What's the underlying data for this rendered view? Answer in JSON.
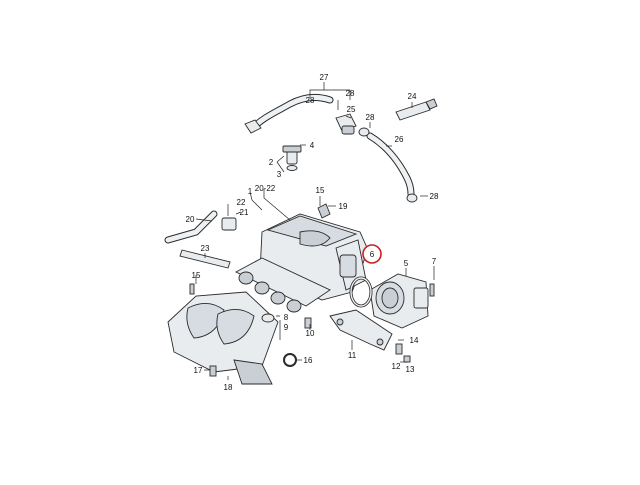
{
  "callouts": {
    "c1": "1",
    "c2": "2",
    "c3": "3",
    "c4": "4",
    "c5": "5",
    "c6": "6",
    "c7": "7",
    "c8": "8",
    "c9": "9",
    "c10": "10",
    "c11": "11",
    "c12": "12",
    "c13": "13",
    "c14": "14",
    "c15": "15",
    "c16": "16",
    "c17": "17",
    "c18": "18",
    "c19": "19",
    "c20": "20",
    "c21": "21",
    "c22": "22",
    "c23": "23",
    "c24": "24",
    "c25": "25",
    "c26": "26",
    "c27": "27",
    "c28a": "28",
    "c28b": "28",
    "c28c": "28",
    "c2022": "20-22"
  },
  "colors": {
    "highlight": "#cc1f1f",
    "line": "#222222",
    "part_fill": "#e8ecef"
  }
}
